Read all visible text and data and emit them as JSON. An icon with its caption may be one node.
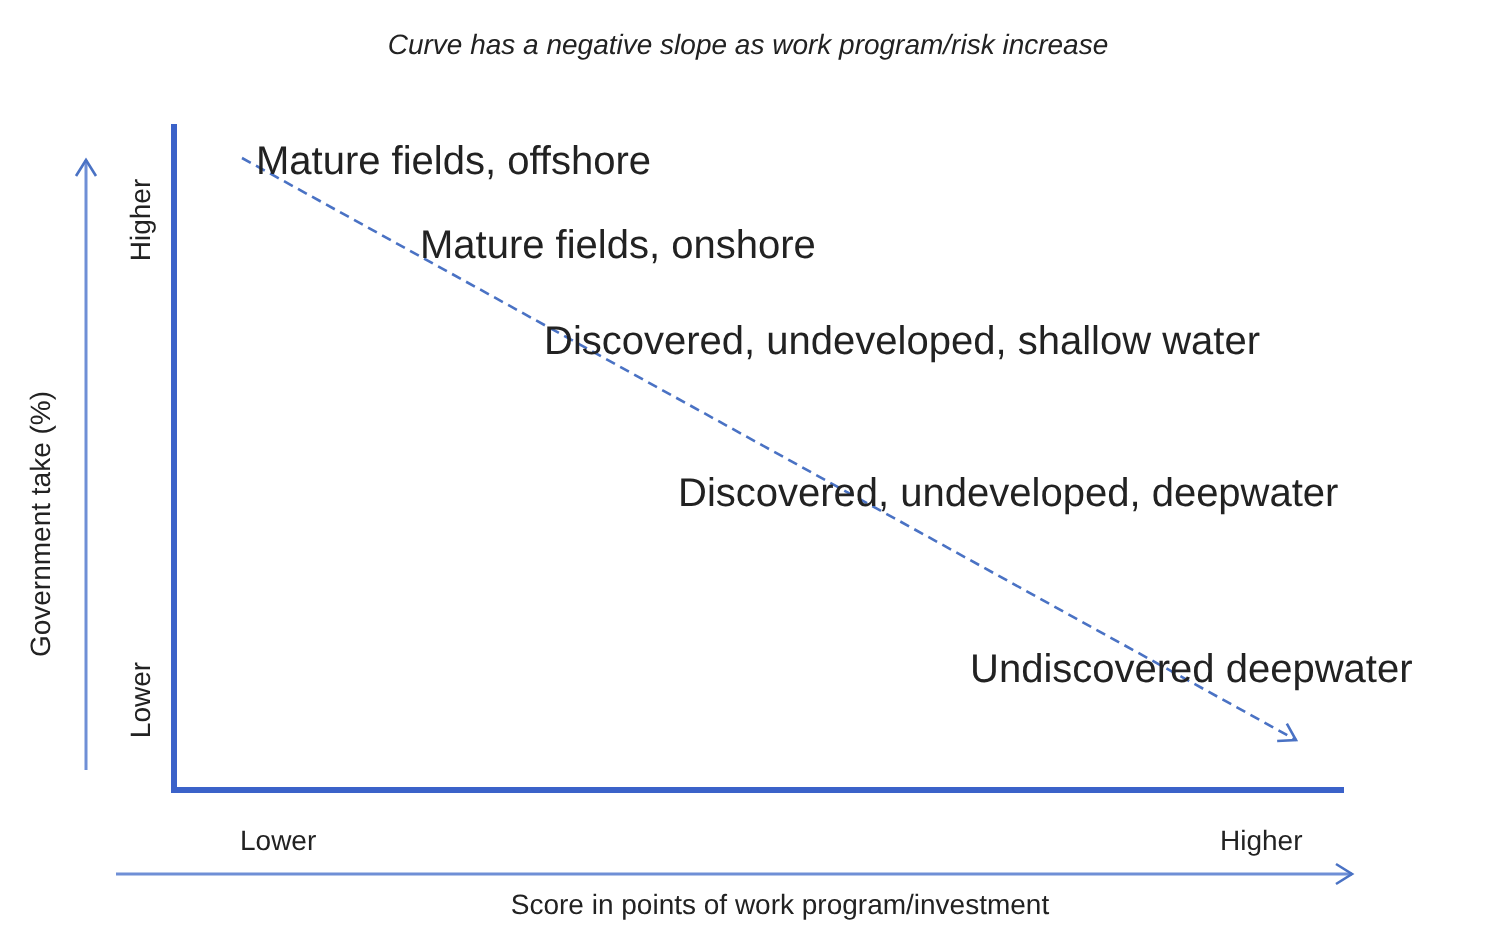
{
  "diagram": {
    "title": "Curve has a negative slope as work program/risk increase",
    "labels": [
      "Mature fields, offshore",
      "Higher",
      "Mature fields, onshore",
      "Government take (%)",
      "Discovered, undeveloped, shallow water",
      "Discovered, undeveloped, deepwater",
      "Lower",
      "Undiscovered deepwater",
      "Lower",
      "Higher",
      "Score in points of work program/investment"
    ]
  }
}
